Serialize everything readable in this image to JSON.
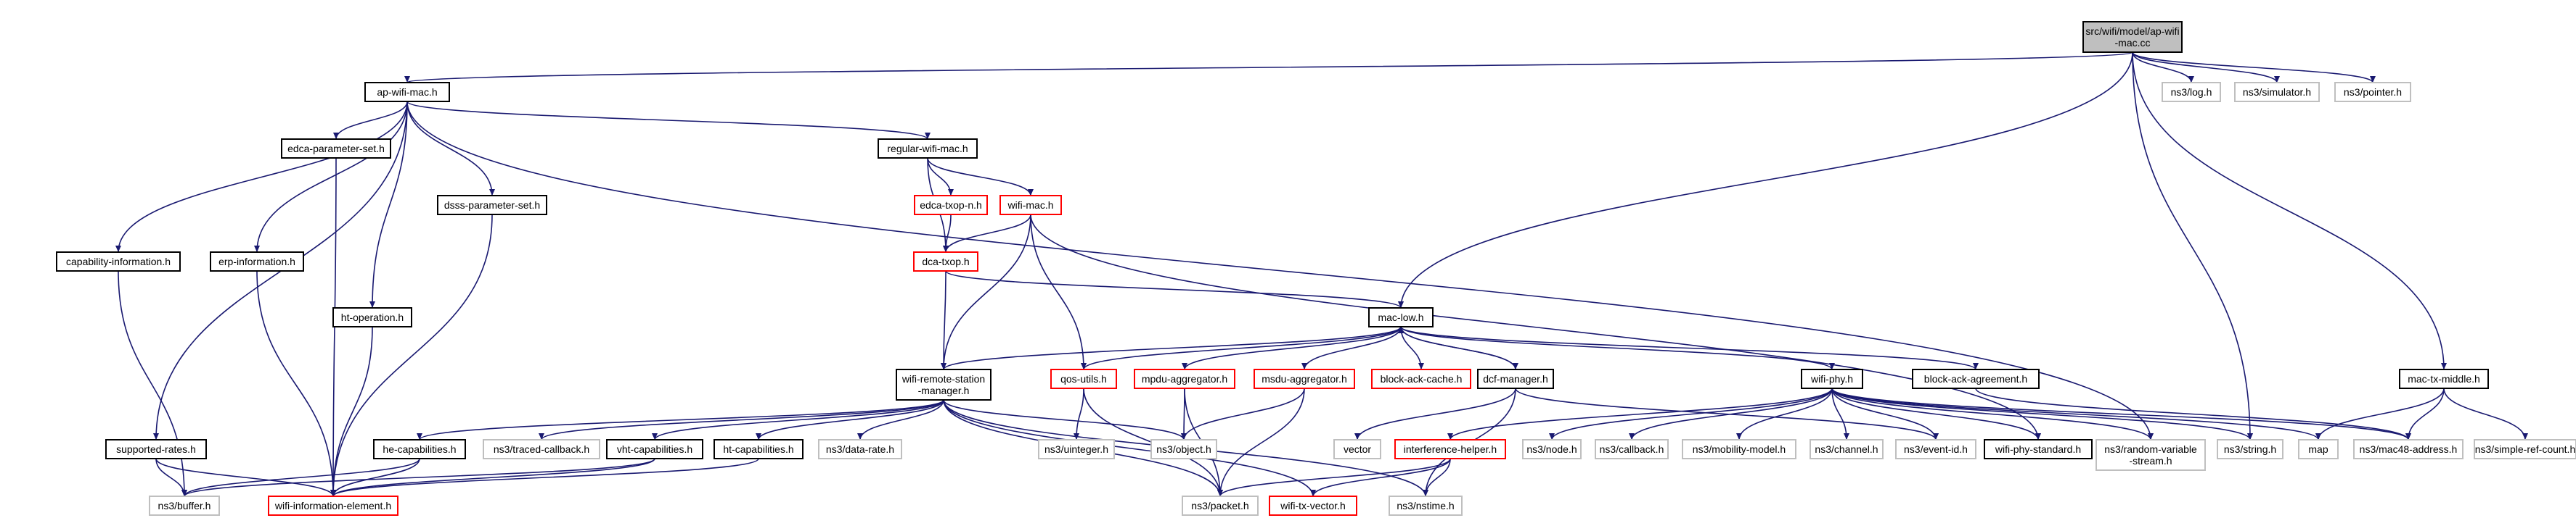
{
  "colors": {
    "edge": "#191970",
    "root_fill": "#bfbfbf",
    "root_border": "#000000",
    "normal_border": "#000000",
    "linked_border": "#ff0000",
    "external_border": "#bfbfbf",
    "external_text": "#555555"
  },
  "nodes": [
    {
      "id": "root",
      "lines": [
        "src/wifi/model/ap-wifi",
        "-mac.cc"
      ],
      "style": "root"
    },
    {
      "id": "ap-wifi-mac",
      "lines": [
        "ap-wifi-mac.h"
      ],
      "style": "normal"
    },
    {
      "id": "ns3-log",
      "lines": [
        "ns3/log.h"
      ],
      "style": "external"
    },
    {
      "id": "ns3-simulator",
      "lines": [
        "ns3/simulator.h"
      ],
      "style": "external"
    },
    {
      "id": "ns3-pointer",
      "lines": [
        "ns3/pointer.h"
      ],
      "style": "external"
    },
    {
      "id": "edca-parameter-set",
      "lines": [
        "edca-parameter-set.h"
      ],
      "style": "normal"
    },
    {
      "id": "regular-wifi-mac",
      "lines": [
        "regular-wifi-mac.h"
      ],
      "style": "normal"
    },
    {
      "id": "dsss-parameter-set",
      "lines": [
        "dsss-parameter-set.h"
      ],
      "style": "normal"
    },
    {
      "id": "capability-information",
      "lines": [
        "capability-information.h"
      ],
      "style": "normal"
    },
    {
      "id": "erp-information",
      "lines": [
        "erp-information.h"
      ],
      "style": "normal"
    },
    {
      "id": "edca-txop-n",
      "lines": [
        "edca-txop-n.h"
      ],
      "style": "linked"
    },
    {
      "id": "wifi-mac",
      "lines": [
        "wifi-mac.h"
      ],
      "style": "linked"
    },
    {
      "id": "dca-txop",
      "lines": [
        "dca-txop.h"
      ],
      "style": "linked"
    },
    {
      "id": "ht-operation",
      "lines": [
        "ht-operation.h"
      ],
      "style": "normal"
    },
    {
      "id": "mac-low",
      "lines": [
        "mac-low.h"
      ],
      "style": "normal"
    },
    {
      "id": "wifi-remote-station-manager",
      "lines": [
        "wifi-remote-station",
        "-manager.h"
      ],
      "style": "normal"
    },
    {
      "id": "qos-utils",
      "lines": [
        "qos-utils.h"
      ],
      "style": "linked"
    },
    {
      "id": "mpdu-aggregator",
      "lines": [
        "mpdu-aggregator.h"
      ],
      "style": "linked"
    },
    {
      "id": "msdu-aggregator",
      "lines": [
        "msdu-aggregator.h"
      ],
      "style": "linked"
    },
    {
      "id": "block-ack-cache",
      "lines": [
        "block-ack-cache.h"
      ],
      "style": "linked"
    },
    {
      "id": "dcf-manager",
      "lines": [
        "dcf-manager.h"
      ],
      "style": "normal"
    },
    {
      "id": "wifi-phy",
      "lines": [
        "wifi-phy.h"
      ],
      "style": "normal"
    },
    {
      "id": "block-ack-agreement",
      "lines": [
        "block-ack-agreement.h"
      ],
      "style": "normal"
    },
    {
      "id": "mac-tx-middle",
      "lines": [
        "mac-tx-middle.h"
      ],
      "style": "normal"
    },
    {
      "id": "supported-rates",
      "lines": [
        "supported-rates.h"
      ],
      "style": "normal"
    },
    {
      "id": "he-capabilities",
      "lines": [
        "he-capabilities.h"
      ],
      "style": "normal"
    },
    {
      "id": "ns3-traced-callback",
      "lines": [
        "ns3/traced-callback.h"
      ],
      "style": "external"
    },
    {
      "id": "vht-capabilities",
      "lines": [
        "vht-capabilities.h"
      ],
      "style": "normal"
    },
    {
      "id": "ht-capabilities",
      "lines": [
        "ht-capabilities.h"
      ],
      "style": "normal"
    },
    {
      "id": "ns3-data-rate",
      "lines": [
        "ns3/data-rate.h"
      ],
      "style": "external"
    },
    {
      "id": "ns3-uinteger",
      "lines": [
        "ns3/uinteger.h"
      ],
      "style": "external"
    },
    {
      "id": "ns3-object",
      "lines": [
        "ns3/object.h"
      ],
      "style": "external"
    },
    {
      "id": "vector",
      "lines": [
        "vector"
      ],
      "style": "external"
    },
    {
      "id": "interference-helper",
      "lines": [
        "interference-helper.h"
      ],
      "style": "linked"
    },
    {
      "id": "ns3-node",
      "lines": [
        "ns3/node.h"
      ],
      "style": "external"
    },
    {
      "id": "ns3-callback",
      "lines": [
        "ns3/callback.h"
      ],
      "style": "external"
    },
    {
      "id": "ns3-mobility-model",
      "lines": [
        "ns3/mobility-model.h"
      ],
      "style": "external"
    },
    {
      "id": "ns3-channel",
      "lines": [
        "ns3/channel.h"
      ],
      "style": "external"
    },
    {
      "id": "ns3-event-id",
      "lines": [
        "ns3/event-id.h"
      ],
      "style": "external"
    },
    {
      "id": "wifi-phy-standard",
      "lines": [
        "wifi-phy-standard.h"
      ],
      "style": "normal"
    },
    {
      "id": "ns3-random-variable-stream",
      "lines": [
        "ns3/random-variable",
        "-stream.h"
      ],
      "style": "external"
    },
    {
      "id": "ns3-string",
      "lines": [
        "ns3/string.h"
      ],
      "style": "external"
    },
    {
      "id": "map",
      "lines": [
        "map"
      ],
      "style": "external"
    },
    {
      "id": "ns3-mac48-address",
      "lines": [
        "ns3/mac48-address.h"
      ],
      "style": "external"
    },
    {
      "id": "ns3-simple-ref-count",
      "lines": [
        "ns3/simple-ref-count.h"
      ],
      "style": "external"
    },
    {
      "id": "ns3-buffer",
      "lines": [
        "ns3/buffer.h"
      ],
      "style": "external"
    },
    {
      "id": "wifi-information-element",
      "lines": [
        "wifi-information-element.h"
      ],
      "style": "linked"
    },
    {
      "id": "ns3-packet",
      "lines": [
        "ns3/packet.h"
      ],
      "style": "external"
    },
    {
      "id": "wifi-tx-vector",
      "lines": [
        "wifi-tx-vector.h"
      ],
      "style": "linked"
    },
    {
      "id": "ns3-nstime",
      "lines": [
        "ns3/nstime.h"
      ],
      "style": "external"
    }
  ],
  "edges": [
    [
      "root",
      "ap-wifi-mac"
    ],
    [
      "root",
      "ns3-log"
    ],
    [
      "root",
      "ns3-simulator"
    ],
    [
      "root",
      "ns3-pointer"
    ],
    [
      "root",
      "mac-low"
    ],
    [
      "root",
      "ns3-string"
    ],
    [
      "root",
      "mac-tx-middle"
    ],
    [
      "ap-wifi-mac",
      "edca-parameter-set"
    ],
    [
      "ap-wifi-mac",
      "regular-wifi-mac"
    ],
    [
      "ap-wifi-mac",
      "dsss-parameter-set"
    ],
    [
      "ap-wifi-mac",
      "capability-information"
    ],
    [
      "ap-wifi-mac",
      "erp-information"
    ],
    [
      "ap-wifi-mac",
      "ht-operation"
    ],
    [
      "ap-wifi-mac",
      "supported-rates"
    ],
    [
      "ap-wifi-mac",
      "ns3-random-variable-stream"
    ],
    [
      "regular-wifi-mac",
      "edca-txop-n"
    ],
    [
      "regular-wifi-mac",
      "wifi-mac"
    ],
    [
      "regular-wifi-mac",
      "dca-txop"
    ],
    [
      "edca-txop-n",
      "dca-txop"
    ],
    [
      "wifi-mac",
      "dca-txop"
    ],
    [
      "wifi-mac",
      "wifi-remote-station-manager"
    ],
    [
      "wifi-mac",
      "qos-utils"
    ],
    [
      "wifi-mac",
      "wifi-phy-standard"
    ],
    [
      "dca-txop",
      "mac-low"
    ],
    [
      "dca-txop",
      "wifi-remote-station-manager"
    ],
    [
      "mac-low",
      "wifi-remote-station-manager"
    ],
    [
      "mac-low",
      "qos-utils"
    ],
    [
      "mac-low",
      "mpdu-aggregator"
    ],
    [
      "mac-low",
      "msdu-aggregator"
    ],
    [
      "mac-low",
      "block-ack-cache"
    ],
    [
      "mac-low",
      "dcf-manager"
    ],
    [
      "mac-low",
      "wifi-phy"
    ],
    [
      "mac-low",
      "block-ack-agreement"
    ],
    [
      "dcf-manager",
      "mac-low"
    ],
    [
      "dcf-manager",
      "vector"
    ],
    [
      "dcf-manager",
      "ns3-event-id"
    ],
    [
      "dcf-manager",
      "ns3-nstime"
    ],
    [
      "wifi-remote-station-manager",
      "he-capabilities"
    ],
    [
      "wifi-remote-station-manager",
      "ns3-traced-callback"
    ],
    [
      "wifi-remote-station-manager",
      "vht-capabilities"
    ],
    [
      "wifi-remote-station-manager",
      "ht-capabilities"
    ],
    [
      "wifi-remote-station-manager",
      "ns3-data-rate"
    ],
    [
      "wifi-remote-station-manager",
      "ns3-object"
    ],
    [
      "wifi-remote-station-manager",
      "ns3-packet"
    ],
    [
      "wifi-remote-station-manager",
      "wifi-tx-vector"
    ],
    [
      "wifi-remote-station-manager",
      "ns3-nstime"
    ],
    [
      "qos-utils",
      "ns3-uinteger"
    ],
    [
      "qos-utils",
      "ns3-packet"
    ],
    [
      "mpdu-aggregator",
      "ns3-object"
    ],
    [
      "mpdu-aggregator",
      "ns3-packet"
    ],
    [
      "msdu-aggregator",
      "ns3-object"
    ],
    [
      "msdu-aggregator",
      "ns3-packet"
    ],
    [
      "wifi-phy",
      "interference-helper"
    ],
    [
      "wifi-phy",
      "ns3-node"
    ],
    [
      "wifi-phy",
      "ns3-callback"
    ],
    [
      "wifi-phy",
      "ns3-mobility-model"
    ],
    [
      "wifi-phy",
      "ns3-channel"
    ],
    [
      "wifi-phy",
      "ns3-event-id"
    ],
    [
      "wifi-phy",
      "wifi-phy-standard"
    ],
    [
      "wifi-phy",
      "ns3-random-variable-stream"
    ],
    [
      "wifi-phy",
      "ns3-string"
    ],
    [
      "wifi-phy",
      "map"
    ],
    [
      "wifi-phy",
      "ns3-mac48-address"
    ],
    [
      "block-ack-agreement",
      "ns3-mac48-address"
    ],
    [
      "mac-tx-middle",
      "map"
    ],
    [
      "mac-tx-middle",
      "ns3-mac48-address"
    ],
    [
      "mac-tx-middle",
      "ns3-simple-ref-count"
    ],
    [
      "interference-helper",
      "ns3-packet"
    ],
    [
      "interference-helper",
      "wifi-tx-vector"
    ],
    [
      "interference-helper",
      "ns3-nstime"
    ],
    [
      "capability-information",
      "ns3-buffer"
    ],
    [
      "erp-information",
      "wifi-information-element"
    ],
    [
      "ht-operation",
      "wifi-information-element"
    ],
    [
      "dsss-parameter-set",
      "wifi-information-element"
    ],
    [
      "edca-parameter-set",
      "wifi-information-element"
    ],
    [
      "supported-rates",
      "ns3-buffer"
    ],
    [
      "supported-rates",
      "wifi-information-element"
    ],
    [
      "he-capabilities",
      "ns3-buffer"
    ],
    [
      "he-capabilities",
      "wifi-information-element"
    ],
    [
      "vht-capabilities",
      "ns3-buffer"
    ],
    [
      "vht-capabilities",
      "wifi-information-element"
    ],
    [
      "ht-capabilities",
      "wifi-information-element"
    ]
  ]
}
